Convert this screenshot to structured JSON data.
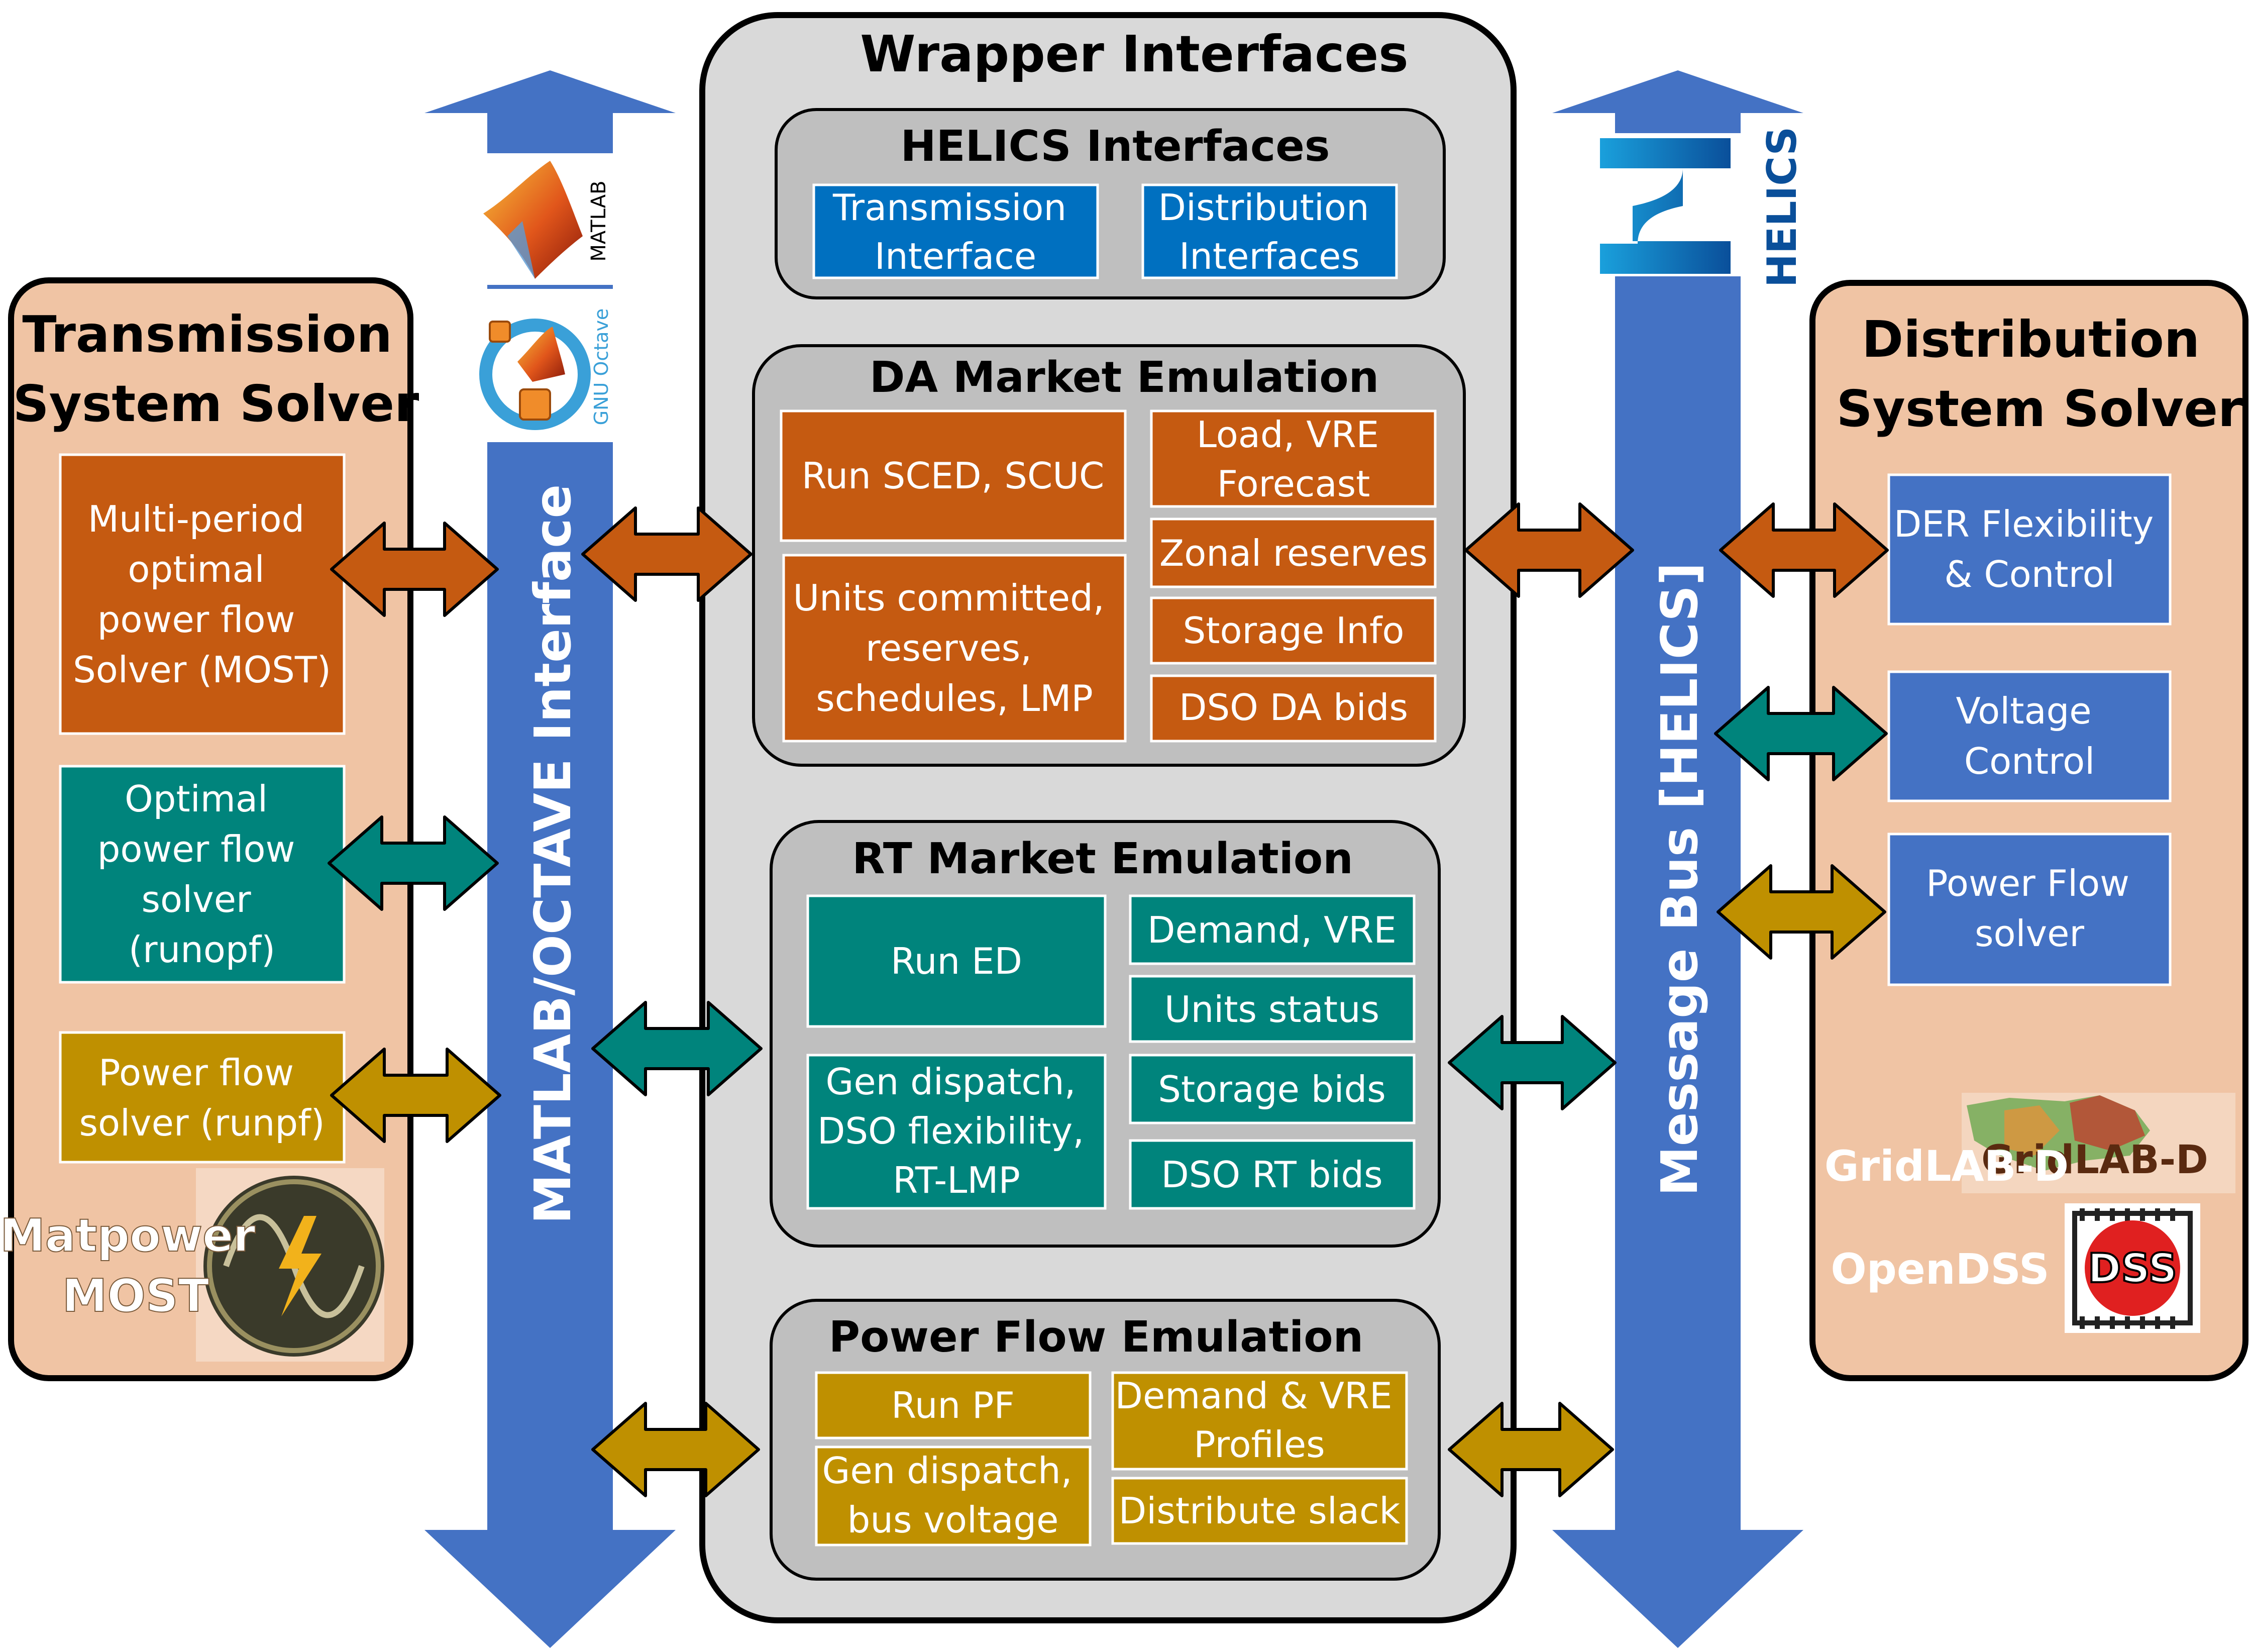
{
  "wrapper": {
    "title": "Wrapper Interfaces",
    "helics": {
      "title": "HELICS Interfaces",
      "transmission": [
        "Transmission",
        "Interface"
      ],
      "distribution": [
        "Distribution",
        "Interfaces"
      ]
    },
    "da": {
      "title": "DA Market Emulation",
      "run": [
        "Run SCED, SCUC"
      ],
      "units": [
        "Units committed,",
        "reserves,",
        "schedules, LMP"
      ],
      "load": [
        "Load, VRE",
        "Forecast"
      ],
      "zonal": [
        "Zonal reserves"
      ],
      "storage": [
        "Storage Info"
      ],
      "dso": [
        "DSO DA bids"
      ]
    },
    "rt": {
      "title": "RT Market Emulation",
      "run": [
        "Run ED"
      ],
      "gen": [
        "Gen dispatch,",
        "DSO flexibility,",
        "RT-LMP"
      ],
      "demand": [
        "Demand, VRE"
      ],
      "units": [
        "Units status"
      ],
      "storage": [
        "Storage bids"
      ],
      "dso": [
        "DSO RT bids"
      ]
    },
    "pf": {
      "title": "Power Flow Emulation",
      "run": [
        "Run PF"
      ],
      "gen": [
        "Gen dispatch,",
        "bus voltage"
      ],
      "demand": [
        "Demand & VRE",
        "Profiles"
      ],
      "slack": [
        "Distribute slack"
      ]
    }
  },
  "transmission": {
    "title": [
      "Transmission",
      "System Solver"
    ],
    "most": [
      "Multi-period",
      "optimal",
      "power flow",
      "Solver (MOST)"
    ],
    "opf": [
      "Optimal",
      "power flow",
      "solver",
      "(runopf)"
    ],
    "pf": [
      "Power flow",
      "solver (runpf)"
    ],
    "logo_label": [
      "Matpower",
      "MOST"
    ]
  },
  "distribution": {
    "title": [
      "Distribution",
      "System Solver"
    ],
    "der": [
      "DER Flexibility",
      "& Control"
    ],
    "voltage": [
      "Voltage",
      "Control"
    ],
    "pf": [
      "Power Flow",
      "solver"
    ],
    "gridlabd_label": "GridLAB-D",
    "gridlabd_logo": "GridLAB-D",
    "opendss_label": "OpenDSS",
    "dss_logo": "DSS"
  },
  "buses": {
    "matlab": "MATLAB/OCTAVE Interface",
    "helics": "Message Bus [HELICS]",
    "matlab_logo": "MATLAB",
    "octave_logo": "GNU Octave",
    "helics_logo": "HELICS"
  },
  "colors": {
    "orange": "#c55a11",
    "teal": "#00847c",
    "gold": "#bf9000",
    "blue": "#4472c4",
    "helics_blue": "#0070c0",
    "peach": "#f0c4a4",
    "gray_panel": "#d9d9d9",
    "gray_inner": "#bfbfbf"
  }
}
